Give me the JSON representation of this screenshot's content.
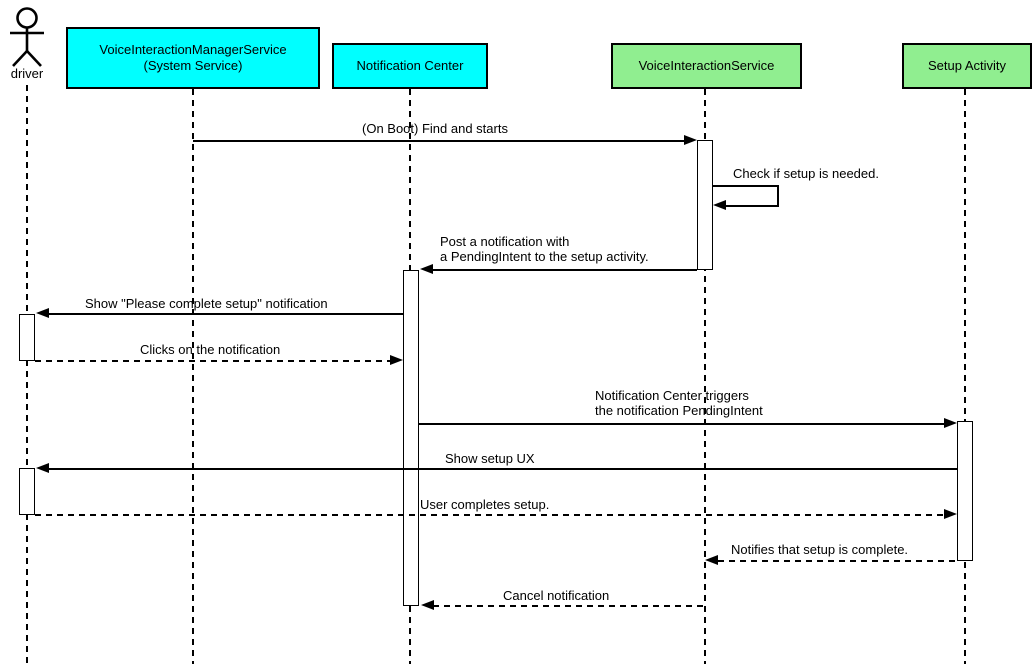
{
  "actors": [
    {
      "id": "driver",
      "kind": "actor",
      "label": "driver"
    },
    {
      "id": "vims",
      "kind": "participant",
      "label": "VoiceInteractionManagerService\n(System Service)",
      "color": "#00ffff"
    },
    {
      "id": "nc",
      "kind": "participant",
      "label": "Notification Center",
      "color": "#00ffff"
    },
    {
      "id": "vis",
      "kind": "participant",
      "label": "VoiceInteractionService",
      "color": "#90ee90"
    },
    {
      "id": "setup",
      "kind": "participant",
      "label": "Setup Activity",
      "color": "#90ee90"
    }
  ],
  "messages": [
    {
      "label": "(On Boot) Find and starts",
      "from": "vims",
      "to": "vis",
      "line": "solid"
    },
    {
      "label": "Check if setup is needed.",
      "from": "vis",
      "to": "vis",
      "line": "solid",
      "self_message": true
    },
    {
      "label": "Post a notification with\na PendingIntent to the setup activity.",
      "from": "vis",
      "to": "nc",
      "line": "solid"
    },
    {
      "label": "Show \"Please complete setup\" notification",
      "from": "nc",
      "to": "driver",
      "line": "solid"
    },
    {
      "label": "Clicks on the notification",
      "from": "driver",
      "to": "nc",
      "line": "dashed"
    },
    {
      "label": "Notification Center triggers\nthe notification PendingIntent",
      "from": "nc",
      "to": "setup",
      "line": "solid"
    },
    {
      "label": "Show setup UX",
      "from": "setup",
      "to": "driver",
      "line": "solid"
    },
    {
      "label": "User completes setup.",
      "from": "driver",
      "to": "setup",
      "line": "dashed"
    },
    {
      "label": "Notifies that setup is complete.",
      "from": "setup",
      "to": "vis",
      "line": "dashed"
    },
    {
      "label": "Cancel notification",
      "from": "vis",
      "to": "nc",
      "line": "dashed"
    }
  ],
  "colors": {
    "participant_cyan": "#00ffff",
    "participant_green": "#90ee90",
    "line": "#000000",
    "background": "#ffffff"
  }
}
